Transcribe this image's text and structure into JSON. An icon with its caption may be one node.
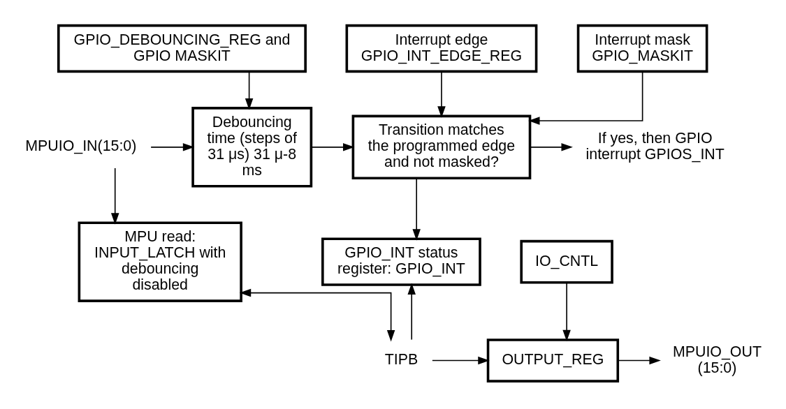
{
  "diagram": {
    "nodes": [
      {
        "text": [
          "Interrupt edge GPIO_INT_EDGE_REG"
        ]
      },
      {
        "text": [
          "Interrupt mask GPIO_MASKIT"
        ]
      },
      {
        "text": [
          "GPIO_DEBOUNCING_REG and GPIO MASKIT"
        ]
      },
      {
        "text": [
          "MPUIO_IN(15:0)"
        ]
      },
      {
        "text": [
          "Debouncing time (steps of 31 μs) 31 μ-8 ms"
        ]
      },
      {
        "text": [
          "Transition matches the programmed edge and not masked?"
        ]
      },
      {
        "text": [
          "If yes, then GPIO interrupt GPIOS_INT"
        ]
      },
      {
        "text": [
          "MPU read: INPUT_LATCH with debouncing disabled"
        ]
      },
      {
        "text": [
          "GPIO_INT status register: GPIO_INT"
        ]
      },
      {
        "text": [
          "IO_CNTL"
        ]
      },
      {
        "text": [
          "MPUIO_OUT (15:0)"
        ]
      },
      {
        "text": [
          "OUTPUT_REG"
        ]
      },
      {
        "text": [
          "TIPB"
        ]
      }
    ],
    "edges": [
      {
        "from": 0,
        "to": 5,
        "arrow": "to"
      },
      {
        "from": 1,
        "to": 5,
        "arrow": "to"
      },
      {
        "from": 2,
        "to": 4,
        "arrow": "to"
      },
      {
        "from": 3,
        "to": 4,
        "arrow": "to"
      },
      {
        "from": 3,
        "to": 7,
        "arrow": "to"
      },
      {
        "from": 4,
        "to": 5,
        "arrow": "to"
      },
      {
        "from": 5,
        "to": 6,
        "arrow": "to"
      },
      {
        "from": 5,
        "to": 8,
        "arrow": "to"
      },
      {
        "from": 7,
        "to": 12,
        "arrow": "both"
      },
      {
        "from": 12,
        "to": 8,
        "arrow": "to"
      },
      {
        "from": 12,
        "to": 11,
        "arrow": "to"
      },
      {
        "from": 9,
        "to": 11,
        "arrow": "to"
      },
      {
        "from": 11,
        "to": 10,
        "arrow": "to"
      }
    ]
  }
}
